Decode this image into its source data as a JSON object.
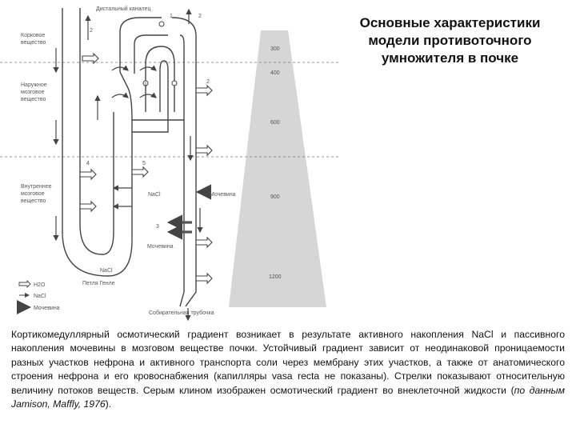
{
  "title": {
    "line1": "Основные характеристики",
    "line2": "модели противоточного",
    "line3": "умножителя в почке"
  },
  "diagram": {
    "collecting_duct": "Дистальный каналец",
    "cortex": [
      "Корковое",
      "вещество"
    ],
    "outer_medulla": [
      "Наружное",
      "мозговое",
      "вещество"
    ],
    "inner_medulla": [
      "Внутреннее",
      "мозговое",
      "вещество"
    ],
    "loop_of_henle": "Петля Генле",
    "collecting_tubule": "Собирательная трубочка",
    "urea_label_1": "Мочевина",
    "urea_label_2": "Мочевина",
    "nacl_center": "NaCl",
    "nacl_bottom": "NaCl",
    "num_1_top": "1",
    "num_2_top": "2",
    "num_2_left": "2",
    "num_1_mid": "1",
    "num_2_right": "2",
    "num_4": "4",
    "num_5": "5",
    "num_3": "3",
    "legend": [
      "H2O",
      "NaCl",
      "Мочевина"
    ],
    "osmolality": [
      "300",
      "400",
      "600",
      "900",
      "1200"
    ]
  },
  "caption": {
    "main": "Кортикомедуллярный осмотический градиент возникает в результате активного накопления NaCl и пассивного накопления мочевины в мозговом веществе почки. Устойчивый градиент зависит от неодинаковой проницаемости разных участков нефрона и активного транспорта соли через мембрану этих участков, а также от анатомического строения нефрона и его кровоснабжения (капилляры vasa recta не показаны). Стрелки показывают относительную величину потоков веществ. Серым клином изображен осмотический градиент во внеклеточной жидкости (",
    "source": "по данным Jamison, Maffly, 1976",
    "end": ")."
  },
  "colors": {
    "wedge": "#d6d6d6",
    "line": "#444444"
  }
}
